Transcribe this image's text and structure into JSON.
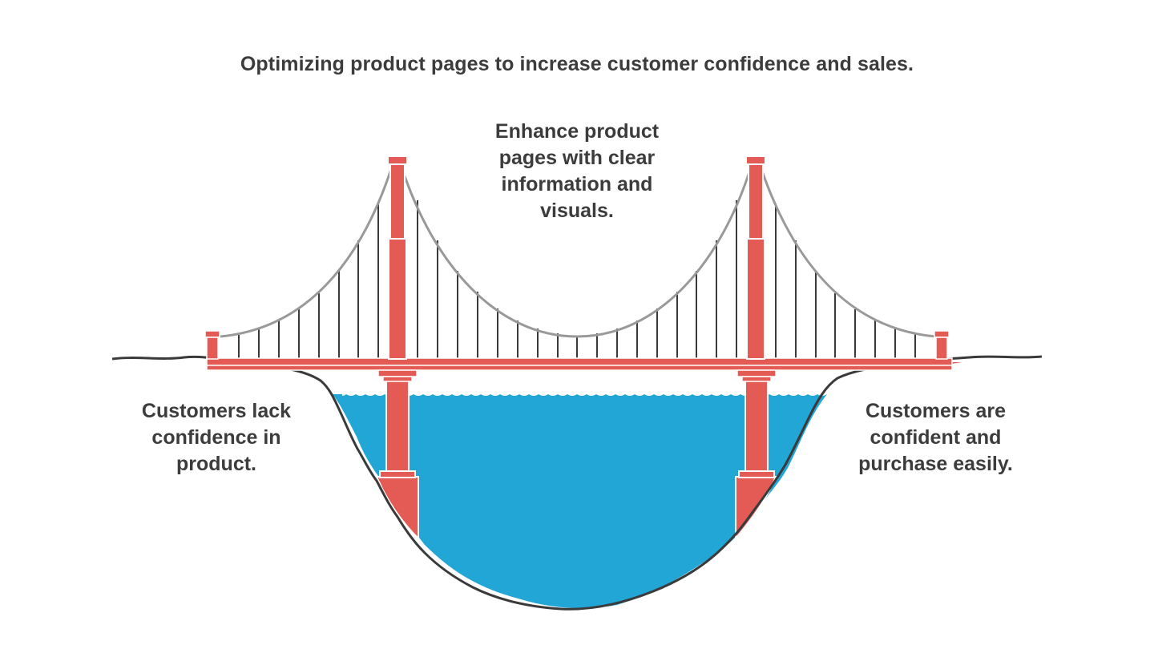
{
  "title": "Optimizing product pages to increase customer confidence and sales.",
  "labels": {
    "solution": "Enhance product\npages with clear\ninformation and\nvisuals.",
    "start": "Customers lack\nconfidence in\nproduct.",
    "end": "Customers are\nconfident and\npurchase easily."
  },
  "colors": {
    "tower": "#e45a55",
    "cable": "#999999",
    "water": "#22a6d5",
    "ground": "#3a3a3a",
    "text": "#3c3c3c"
  }
}
